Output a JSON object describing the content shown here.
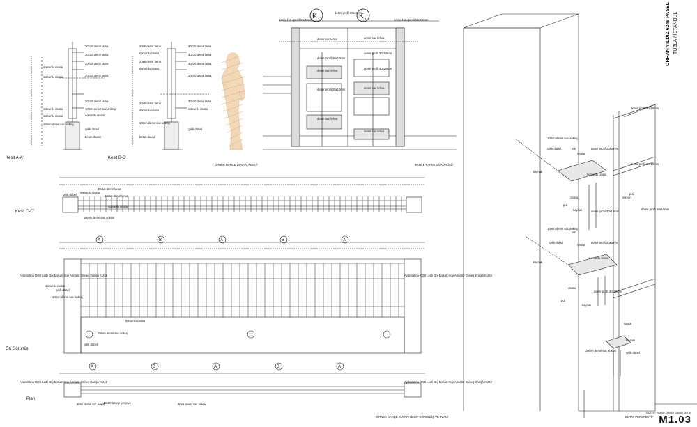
{
  "sheet": {
    "code": "M1.03",
    "code_sub": "VAZİYET PLANI / ÖRNEK DAVAR DETAY",
    "project_name": "ORHAN YILDIZ 6246 PASEL",
    "project_location": "TUZLA / İSTANBUL"
  },
  "kesit_a": {
    "title": "Kesit A-A'",
    "labels_right": [
      "30x10 demir lama",
      "30x10 demir lama",
      "30x10 demir lama",
      "20x10 demir lama",
      "30x10 demir lama",
      "10mm demir sac ankraj",
      "somunlu civata",
      "çelik dübel",
      "beton duvarı"
    ],
    "labels_left": [
      "somunlu civata",
      "somunlu civata",
      "somunlu civata",
      "somunlu civata",
      "10mm demir sac ankraj"
    ]
  },
  "kesit_b": {
    "title": "Kesit B-B'",
    "labels_right": [
      "30x10 demir lama",
      "30x10 demir lama",
      "30x10 demir lama",
      "20x10 demir lama",
      "30x10 demir lama",
      "somunlu civata",
      "çelik dübel"
    ],
    "labels_left": [
      "20x6 demir lama",
      "somunlu civata",
      "20x6 demir lama",
      "somunlu civata",
      "20x6 demir lama",
      "somunlu civata",
      "10mm demir sac ankraj",
      "beton duvar"
    ]
  },
  "caption_01": "ÖRNEK BAHÇE DUVARI KESİTİ",
  "gate": {
    "k1": "K",
    "k1_sub": "1",
    "k2": "K",
    "k2_sub": "2",
    "top_labels": [
      "demir kutu profil 50x50mm",
      "demir profil 30x10mm",
      "demir kutu profil 50x50mm"
    ],
    "panel_labels": [
      "demir sac lehva",
      "demir profil 30x10mm",
      "demir sac lehva",
      "demir profil 20x10mm",
      "demir sac lehva",
      "demir profil 30x10mm",
      "demir sac lehva",
      "demir profil 30x10mm",
      "demir sac lehva",
      "demir sac lehva"
    ]
  },
  "caption_02": "BAHÇE KAPISI GÖRÜNÜŞÜ",
  "kesit_c": {
    "title": "Kesit C-C'",
    "labels": [
      "çelik dübel",
      "somunlu civata",
      "30x10 demir lama",
      "20x10 demir lama",
      "somunlu civata",
      "10mm demir sac ankraj"
    ]
  },
  "on_gorunus": {
    "title": "Ön Görünüş",
    "markers": [
      "A",
      "B",
      "A",
      "B",
      "A"
    ],
    "left_labels": [
      "Aydınlatma RGB Ledli Dış Mekan Küp Armatür Güneş Enerjili K 245",
      "somunlu civata",
      "çelik dübel",
      "10mm demir sac ankraj"
    ],
    "right_labels": [
      "Aydınlatma RGB Ledli Dış Mekan Küp Armatür Güneş Enerjili K 245"
    ],
    "bottom_labels": [
      "somunlu civata",
      "10mm demir sac ankraj",
      "çelik dübel"
    ]
  },
  "plan": {
    "title": "Plan",
    "markers": [
      "A",
      "B",
      "A",
      "B",
      "A"
    ],
    "left_label": "Aydınlatma RGB Ledli Dış Mekan Küp Armatür Güneş Enerjili K 245",
    "right_label": "Aydınlatma RGB Ledli Dış Mekan Küp Armatür Güneş Enerjili K 245",
    "bottom_labels": [
      "6mm demir sac ankraj",
      "40x80 ahşap çerçeve",
      "30x6 demir sac ankraj"
    ]
  },
  "caption_03": "ÖRNEK BAHÇE DUVARI KESİT GÖRÜNÜŞ VE PLANI",
  "caption_04": "DETAY PERSPEKTİF",
  "perspective": {
    "labels": [
      "demir profil 30x10mm",
      "10mm demir sac ankraj",
      "çelik dübel",
      "pul",
      "civata",
      "demir profil 20x6mm",
      "kaynak",
      "somunlu civata",
      "demir profil 30x10mm",
      "civata",
      "pul",
      "kaynak",
      "somun",
      "pul",
      "demir profil 20x10mm",
      "demir profil 30x10mm",
      "10mm demir sac ankraj",
      "çelik dübel",
      "pul",
      "civata",
      "demir profil 20x6mm",
      "kaynak",
      "somunlu civata",
      "civata",
      "pul",
      "kaynak",
      "demir profil 30x10mm",
      "civata",
      "kaynak",
      "10mm demir sac ankraj",
      "çelik dübel"
    ]
  }
}
